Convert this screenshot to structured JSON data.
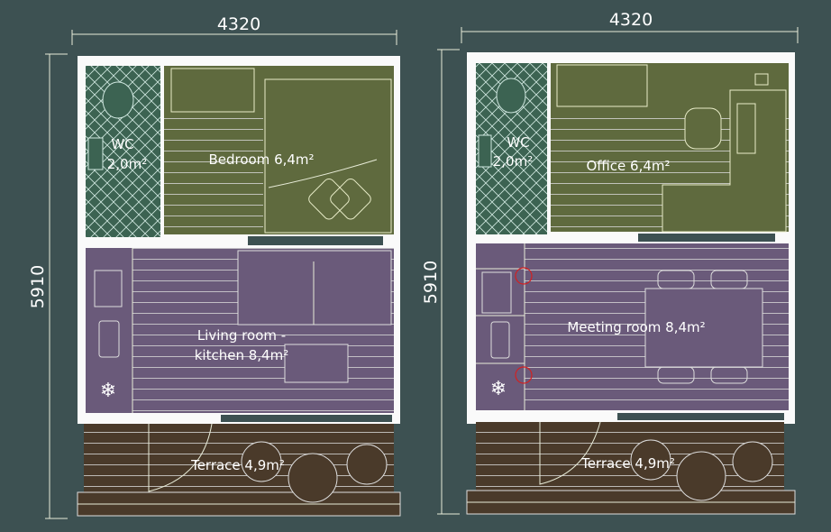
{
  "plans": [
    {
      "width_label": "4320",
      "height_label": "5910",
      "rooms": {
        "wc": {
          "name": "WC",
          "area": "2,0m²"
        },
        "main": {
          "label": "Bedroom 6,4m²"
        },
        "living": {
          "line1": "Living room -",
          "line2": "kitchen 8,4m²"
        },
        "terrace": {
          "label": "Terrace 4,9m²"
        }
      }
    },
    {
      "width_label": "4320",
      "height_label": "5910",
      "rooms": {
        "wc": {
          "name": "WC",
          "area": "2,0m²"
        },
        "main": {
          "label": "Office 6,4m²"
        },
        "living": {
          "label": "Meeting room 8,4m²"
        },
        "terrace": {
          "label": "Terrace 4,9m²"
        }
      }
    }
  ],
  "colors": {
    "background": "#3d5152",
    "wc": "#3c6352",
    "bedroom": "#5f6a3e",
    "living": "#6a5a7a",
    "terrace": "#4a3a2a"
  }
}
